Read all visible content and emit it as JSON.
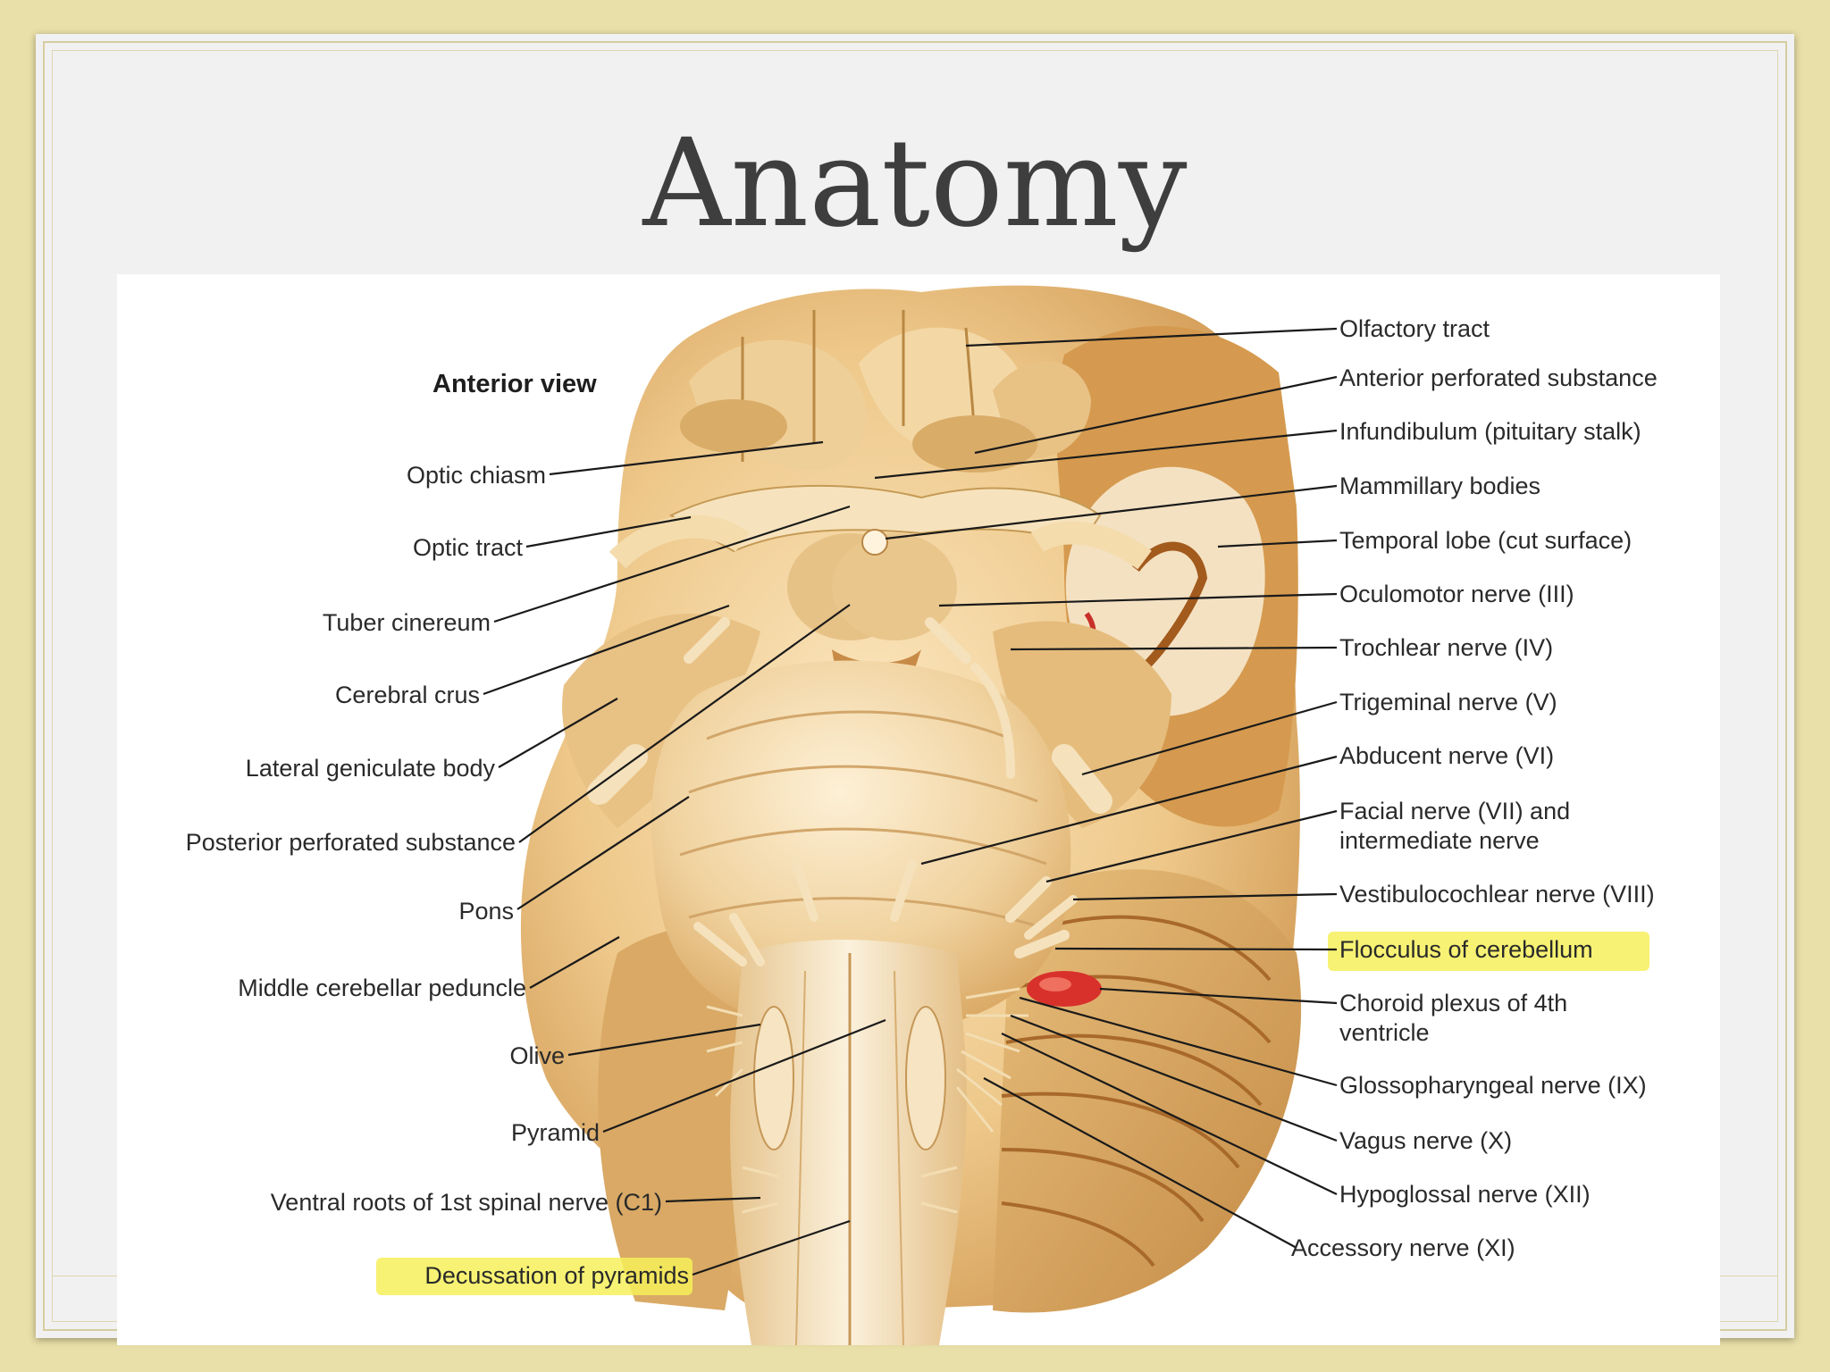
{
  "slide": {
    "title": "Anatomy"
  },
  "figure": {
    "view_label": "Anterior view",
    "left_labels": [
      "Optic chiasm",
      "Optic tract",
      "Tuber cinereum",
      "Cerebral crus",
      "Lateral geniculate body",
      "Posterior perforated substance",
      "Pons",
      "Middle cerebellar peduncle",
      "Olive",
      "Pyramid",
      "Ventral roots of 1st spinal nerve (C1)",
      "Decussation of pyramids"
    ],
    "right_labels": [
      "Olfactory tract",
      "Anterior perforated substance",
      "Infundibulum (pituitary stalk)",
      "Mammillary bodies",
      "Temporal lobe (cut surface)",
      "Oculomotor nerve (III)",
      "Trochlear nerve (IV)",
      "Trigeminal nerve (V)",
      "Abducent nerve (VI)",
      "Facial nerve (VII) and",
      "intermediate nerve",
      "Vestibulocochlear nerve (VIII)",
      "Flocculus of cerebellum",
      "Choroid plexus of 4th",
      "ventricle",
      "Glossopharyngeal nerve (IX)",
      "Vagus nerve (X)",
      "Hypoglossal nerve (XII)",
      "Accessory nerve (XI)"
    ],
    "highlighted_labels": [
      "Flocculus of cerebellum",
      "Decussation of pyramids"
    ],
    "highlight_color": "#f6f05a"
  }
}
